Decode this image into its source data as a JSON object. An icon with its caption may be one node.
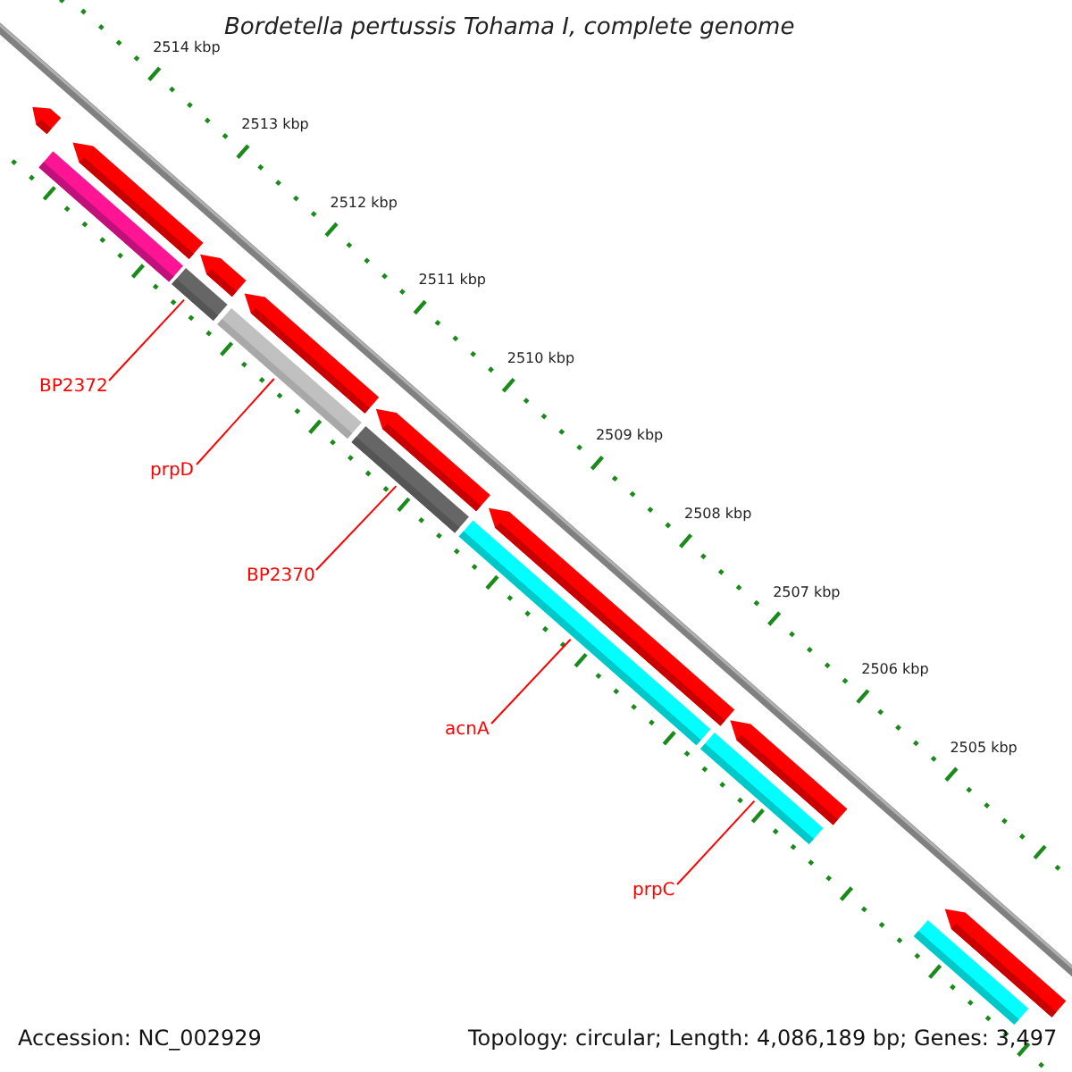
{
  "diagram": {
    "title": "Bordetella pertussis Tohama I, complete genome",
    "nodes": [
      {
        "text": [
          "BP2372"
        ]
      },
      {
        "text": [
          "prpD"
        ]
      },
      {
        "text": [
          "BP2370"
        ]
      },
      {
        "text": [
          "acnA"
        ]
      },
      {
        "text": [
          "prpC"
        ]
      },
      {
        "text": [],
        "shape": "bar"
      },
      {
        "text": [],
        "shape": "bar"
      },
      {
        "text": [],
        "shape": "bar"
      },
      {
        "text": [],
        "shape": "bar"
      },
      {
        "text": [],
        "shape": "bar"
      },
      {
        "text": [],
        "shape": "bar"
      },
      {
        "text": [],
        "shape": "bar"
      },
      {
        "text": [],
        "shape": "pentagon"
      },
      {
        "text": [],
        "shape": "pentagon"
      },
      {
        "text": [],
        "shape": "pentagon"
      },
      {
        "text": [],
        "shape": "pentagon"
      },
      {
        "text": [],
        "shape": "pentagon"
      },
      {
        "text": [],
        "shape": "pentagon"
      },
      {
        "text": [],
        "shape": "pentagon"
      },
      {
        "text": [],
        "shape": "pentagon"
      }
    ],
    "edges": [
      {
        "from": 0,
        "to": 6,
        "arrow": "none"
      },
      {
        "from": 1,
        "to": 7,
        "arrow": "none"
      },
      {
        "from": 2,
        "to": 8,
        "arrow": "none"
      },
      {
        "from": 3,
        "to": 9,
        "arrow": "none"
      },
      {
        "from": 4,
        "to": 10,
        "arrow": "none"
      }
    ],
    "labels": [
      "2514 kbp",
      "2513 kbp",
      "2512 kbp",
      "2511 kbp",
      "2510 kbp",
      "2509 kbp",
      "2508 kbp",
      "2507 kbp",
      "2506 kbp",
      "2505 kbp",
      "Accession: NC_002929",
      "Topology: circular; Length: 4,086,189 bp; Genes: 3,497"
    ]
  }
}
